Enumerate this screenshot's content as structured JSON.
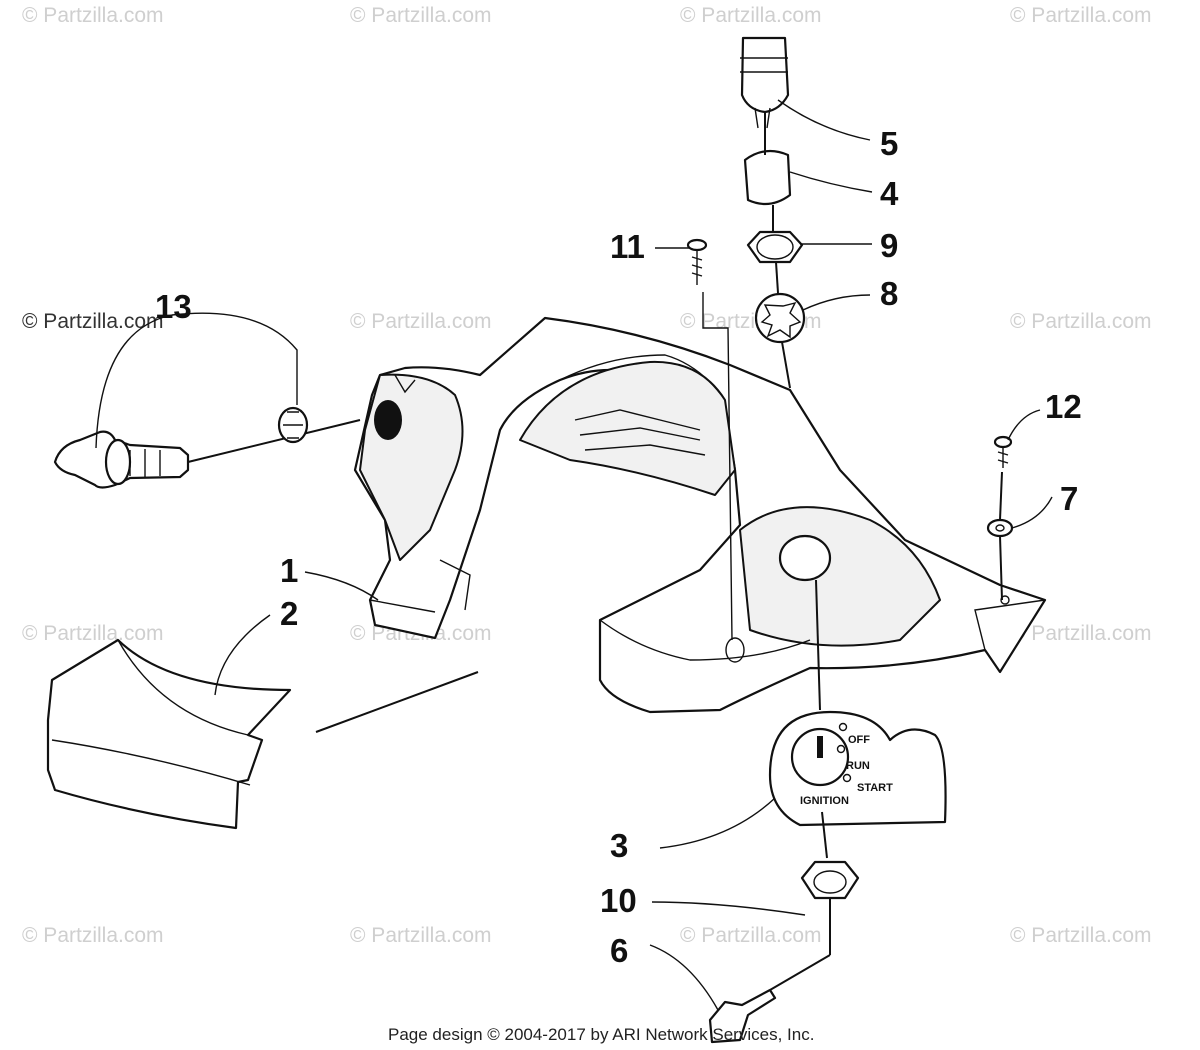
{
  "watermark": "© Partzilla.com",
  "callouts": {
    "c1": "1",
    "c2": "2",
    "c3": "3",
    "c4": "4",
    "c5": "5",
    "c6": "6",
    "c7": "7",
    "c8": "8",
    "c9": "9",
    "c10": "10",
    "c11": "11",
    "c12": "12",
    "c13": "13"
  },
  "ignition_plate": {
    "off": "OFF",
    "run": "RUN",
    "start": "START",
    "ignition": "IGNITION"
  },
  "footer": "Page design © 2004-2017 by ARI Network Services, Inc."
}
